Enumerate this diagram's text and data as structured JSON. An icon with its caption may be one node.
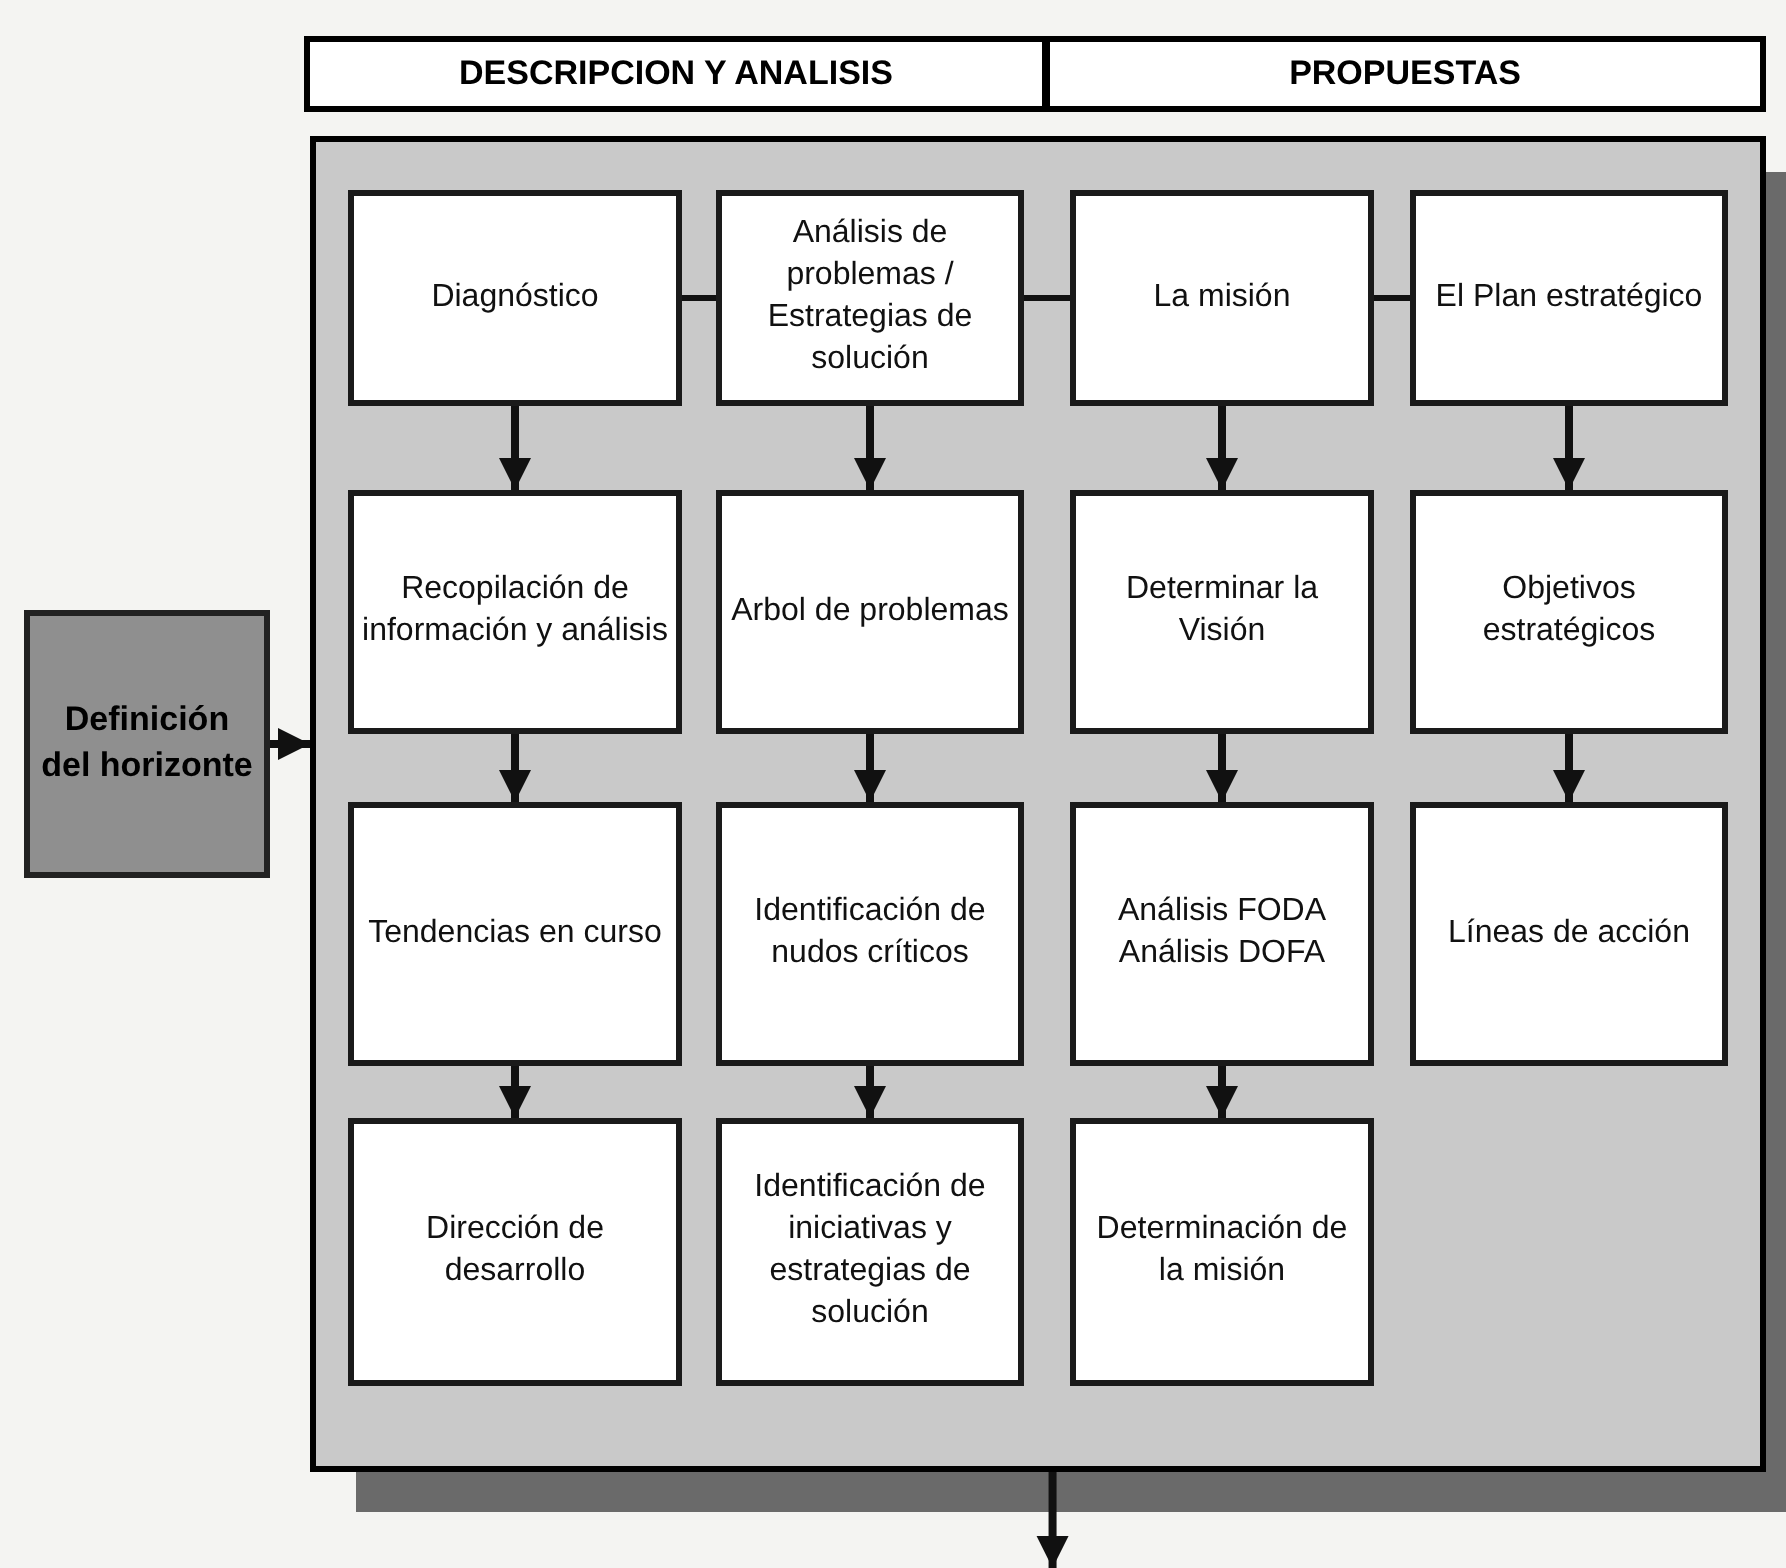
{
  "diagram": {
    "nodes": [
      {
        "text": [
          "DESCRIPCION Y ANALISIS"
        ]
      },
      {
        "text": [
          "PROPUESTAS"
        ]
      },
      {
        "text": [],
        "shape": "box"
      },
      {
        "text": [
          "Diagnóstico"
        ],
        "in": 2
      },
      {
        "text": [
          "Análisis de problemas / Estrategias de solución"
        ],
        "in": 2
      },
      {
        "text": [
          "La misión"
        ],
        "in": 2
      },
      {
        "text": [
          "El Plan estratégico"
        ],
        "in": 2
      },
      {
        "text": [
          "Recopilación de información y análisis"
        ],
        "in": 2
      },
      {
        "text": [
          "Arbol de problemas"
        ],
        "in": 2
      },
      {
        "text": [
          "Determinar la Visión"
        ],
        "in": 2
      },
      {
        "text": [
          "Objetivos estratégicos"
        ],
        "in": 2
      },
      {
        "text": [
          "Tendencias en curso"
        ],
        "in": 2
      },
      {
        "text": [
          "Identificación de nudos críticos"
        ],
        "in": 2
      },
      {
        "text": [
          "Análisis FODA Análisis DOFA"
        ],
        "in": 2
      },
      {
        "text": [
          "Líneas de acción"
        ],
        "in": 2
      },
      {
        "text": [
          "Dirección de desarrollo"
        ],
        "in": 2
      },
      {
        "text": [
          "Identificación de iniciativas y estrategias de solución"
        ],
        "in": 2
      },
      {
        "text": [
          "Determinación de la misión"
        ],
        "in": 2
      },
      {
        "text": [
          "Definición del horizonte"
        ]
      }
    ],
    "edges": [
      {
        "from": 3,
        "to": 4,
        "arrow": "none"
      },
      {
        "from": 4,
        "to": 5,
        "arrow": "none"
      },
      {
        "from": 5,
        "to": 6,
        "arrow": "none"
      },
      {
        "from": 3,
        "to": 7,
        "arrow": "to"
      },
      {
        "from": 7,
        "to": 11,
        "arrow": "to"
      },
      {
        "from": 11,
        "to": 15,
        "arrow": "to"
      },
      {
        "from": 4,
        "to": 8,
        "arrow": "to"
      },
      {
        "from": 8,
        "to": 12,
        "arrow": "to"
      },
      {
        "from": 12,
        "to": 16,
        "arrow": "to"
      },
      {
        "from": 5,
        "to": 9,
        "arrow": "to"
      },
      {
        "from": 9,
        "to": 13,
        "arrow": "to"
      },
      {
        "from": 13,
        "to": 17,
        "arrow": "to"
      },
      {
        "from": 6,
        "to": 10,
        "arrow": "to"
      },
      {
        "from": 10,
        "to": 14,
        "arrow": "to"
      },
      {
        "from": 18,
        "to": 2,
        "arrow": "to"
      },
      {
        "from": 2,
        "to": null,
        "arrow": "to"
      }
    ]
  }
}
